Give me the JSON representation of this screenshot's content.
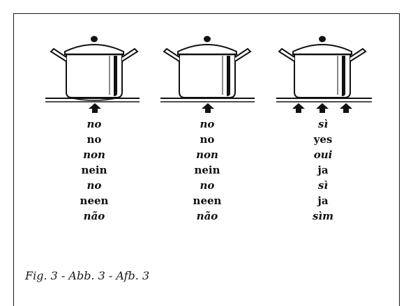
{
  "columns": [
    {
      "lines": [
        "no",
        "no",
        "non",
        "nein",
        "no",
        "neen",
        "não"
      ]
    },
    {
      "lines": [
        "no",
        "no",
        "non",
        "nein",
        "no",
        "neen",
        "não"
      ]
    },
    {
      "lines": [
        "sì",
        "yes",
        "oui",
        "ja",
        "sì",
        "ja",
        "sìm"
      ]
    }
  ],
  "caption": "Fig. 3 - Abb. 3 - Afb. 3",
  "figures": [
    {
      "name": "pot-too-large-for-burner",
      "arrows": 1
    },
    {
      "name": "pot-too-small-for-burner",
      "arrows": 1
    },
    {
      "name": "pot-matching-burner",
      "arrows": 3
    }
  ]
}
